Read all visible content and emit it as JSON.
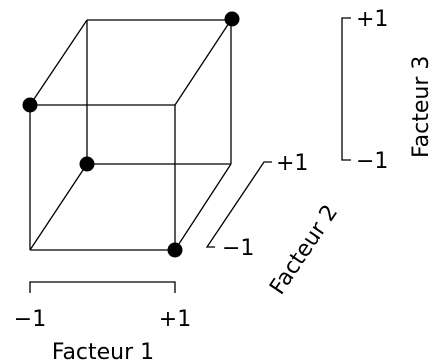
{
  "axes": {
    "factor1": {
      "label": "Facteur 1",
      "low": "−1",
      "high": "+1"
    },
    "factor2": {
      "label": "Facteur 2",
      "low": "−1",
      "high": "+1"
    },
    "factor3": {
      "label": "Facteur 3",
      "low": "−1",
      "high": "+1"
    }
  },
  "design_points": [
    {
      "f1": -1,
      "f2": -1,
      "f3": 1
    },
    {
      "f1": -1,
      "f2": 1,
      "f3": -1
    },
    {
      "f1": 1,
      "f2": -1,
      "f3": -1
    },
    {
      "f1": 1,
      "f2": 1,
      "f3": 1
    }
  ],
  "colors": {
    "stroke": "#000000",
    "point": "#000000"
  }
}
